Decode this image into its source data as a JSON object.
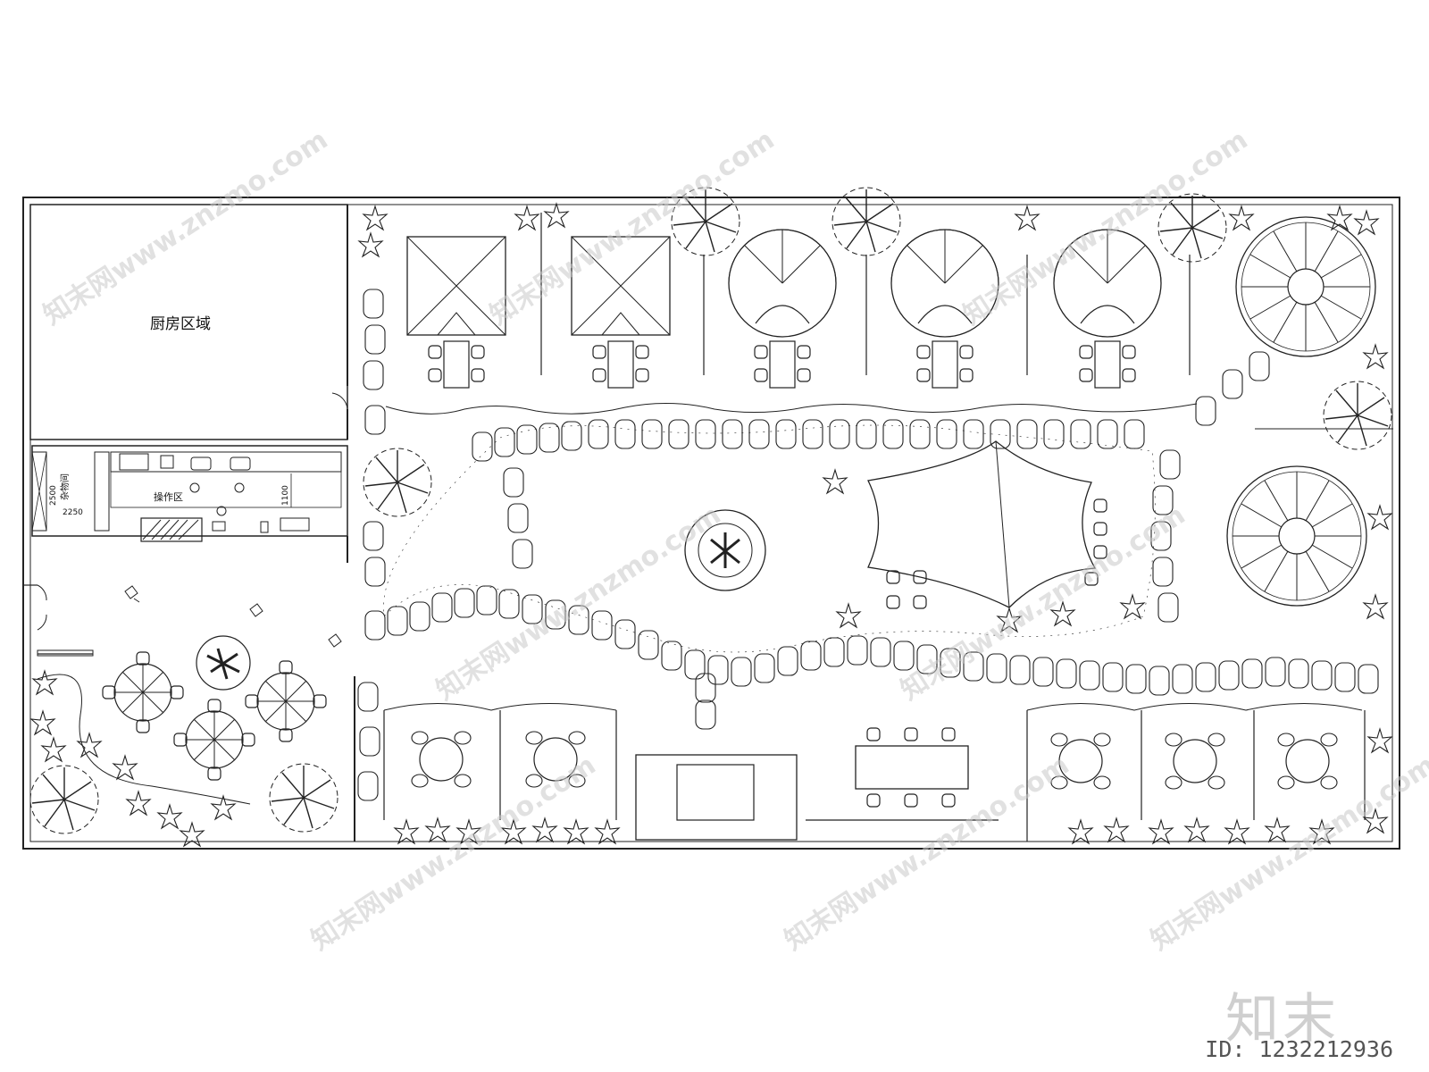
{
  "labels": {
    "kitchen_area": "厨房区域",
    "prep_area": "操作区",
    "storage": "杂物间",
    "dim_2500": "2500",
    "dim_2250": "2250",
    "dim_1100": "1100"
  },
  "watermark": {
    "text": "知末网www.znzmo.com",
    "brand": "知末",
    "id": "ID: 1232212936"
  },
  "colors": {
    "line": "#222222",
    "watermark": "#c9c9c9"
  }
}
